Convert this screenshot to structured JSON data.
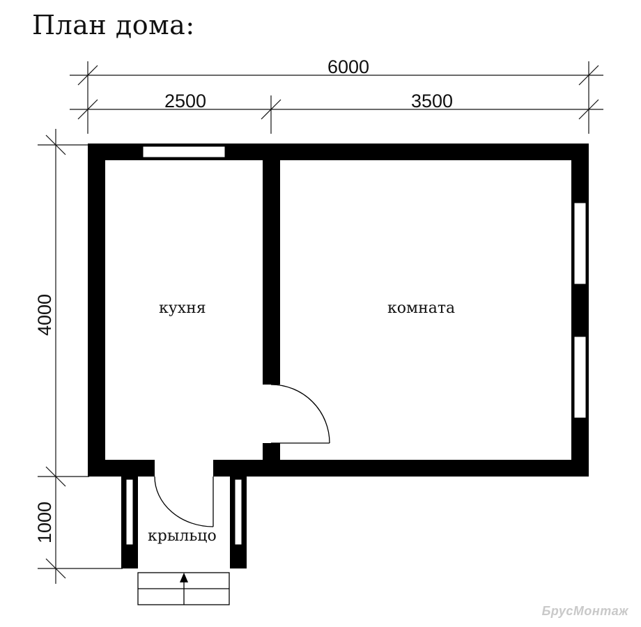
{
  "title": "План дома:",
  "dimensions": {
    "total_width": "6000",
    "kitchen_width": "2500",
    "room_width": "3500",
    "house_depth": "4000",
    "porch_depth": "1000"
  },
  "rooms": {
    "kitchen": "кухня",
    "living_room": "комната",
    "porch": "крыльцо"
  },
  "watermark": "БрусМонтаж",
  "colors": {
    "wall": "#000000",
    "line": "#111111",
    "background": "#ffffff"
  }
}
